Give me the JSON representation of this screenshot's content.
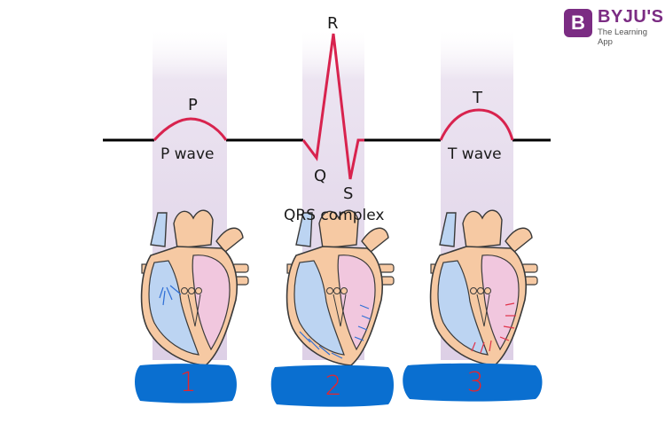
{
  "brand": {
    "mark": "B",
    "name": "BYJU'S",
    "tagline": "The Learning App"
  },
  "waves": {
    "p": {
      "letter": "P",
      "name": "P wave"
    },
    "qrs": {
      "q": "Q",
      "r": "R",
      "s": "S",
      "name": "QRS complex"
    },
    "t": {
      "letter": "T",
      "name": "T wave"
    }
  },
  "stages": [
    {
      "number": "1"
    },
    {
      "number": "2"
    },
    {
      "number": "3"
    }
  ],
  "colors": {
    "ecg_line": "#000000",
    "wave_highlight": "#d8234e",
    "band": "#e2d7ea",
    "label_blue": "#0a6fd0",
    "number_red": "#e8242b",
    "brand_purple": "#7b2c83",
    "heart_outline": "#3a3a3a",
    "heart_peach": "#f6c9a3",
    "heart_pink": "#f1c7de",
    "heart_blue": "#bcd4f2"
  }
}
